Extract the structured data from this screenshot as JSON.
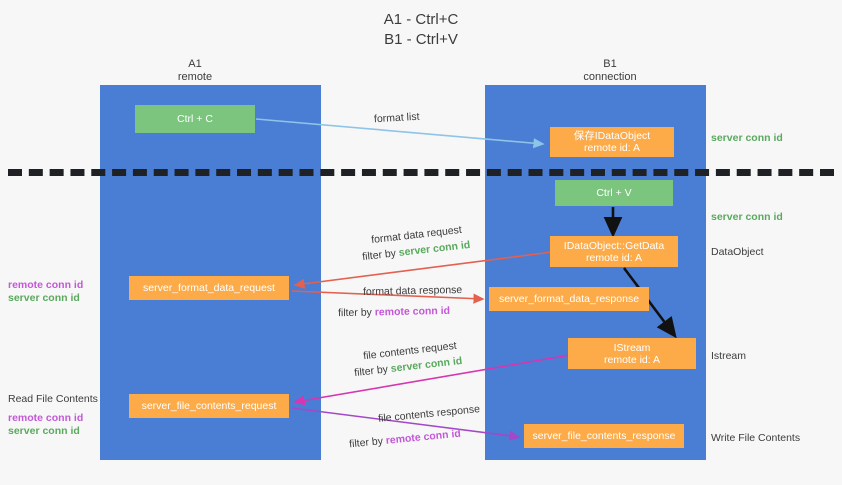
{
  "title": {
    "line1": "A1 - Ctrl+C",
    "line2": "B1 - Ctrl+V"
  },
  "lanes": [
    {
      "id": "a1",
      "name": "A1",
      "role": "remote"
    },
    {
      "id": "b1",
      "name": "B1",
      "role": "connection"
    }
  ],
  "boxes": {
    "ctrl_c": "Ctrl + C",
    "ctrl_v": "Ctrl + V",
    "save_idataobject": {
      "line1": "保存IDataObject",
      "line2": "remote id: A"
    },
    "getdata": {
      "line1": "IDataObject::GetData",
      "line2": "remote id: A"
    },
    "istream": {
      "line1": "IStream",
      "line2": "remote id: A"
    },
    "server_format_data_request": "server_format_data_request",
    "server_format_data_response": "server_format_data_response",
    "server_file_contents_request": "server_file_contents_request",
    "server_file_contents_response": "server_file_contents_response"
  },
  "side_labels": {
    "server_conn_id_1": "server conn id",
    "server_conn_id_2": "server conn id",
    "dataobject": "DataObject",
    "istream": "Istream",
    "write_file_contents": "Write File Contents",
    "read_file_contents": "Read File Contents",
    "remote_conn_id": "remote conn id",
    "server_conn_id": "server conn id"
  },
  "captions": {
    "format_list": "format list",
    "format_data_request": "format data request",
    "filter_by": "filter by ",
    "server_conn_id": "server conn id",
    "remote_conn_id": "remote conn id",
    "format_data_response": "format data response",
    "file_contents_request": "file contents request",
    "file_contents_response": "file contents response"
  },
  "colors": {
    "lane_blue": "#4a7dd4",
    "box_green": "#7cc57f",
    "box_orange": "#fcab48",
    "conn_green": "#5aa95e",
    "conn_purple": "#c358d8",
    "arrow_light_blue": "#8ec4e8",
    "arrow_red": "#e4604f",
    "arrow_magenta": "#d636b0",
    "arrow_purple": "#a348c8",
    "arrow_black": "#111111",
    "background": "#f7f7f7"
  }
}
